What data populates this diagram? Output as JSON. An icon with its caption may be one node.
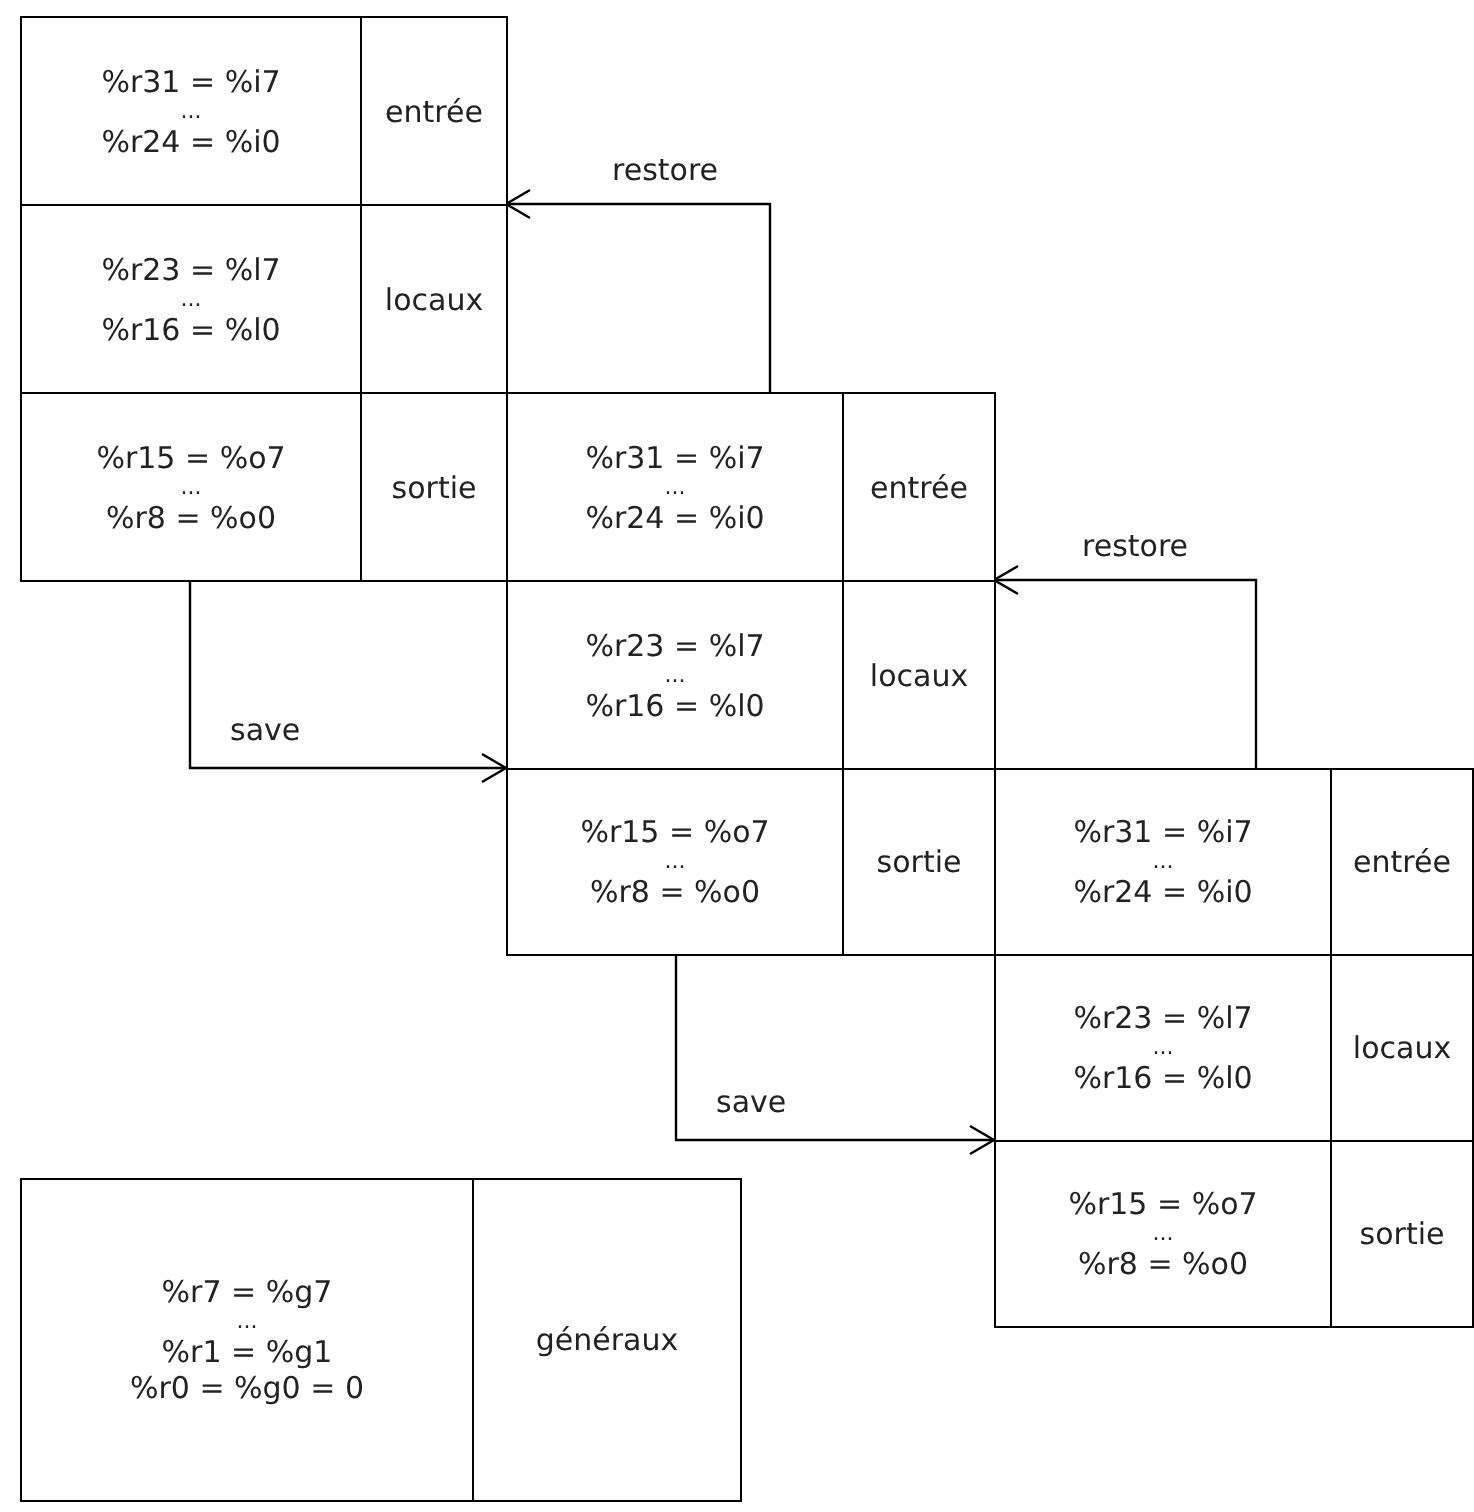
{
  "diagram": {
    "nodes": [
      {
        "text": [
          "%r31 = %i7",
          "...",
          "%r24 = %i0"
        ]
      },
      {
        "text": [
          "entrée"
        ]
      },
      {
        "text": [
          "%r23 = %l7",
          "...",
          "%r16 = %l0"
        ]
      },
      {
        "text": [
          "locaux"
        ]
      },
      {
        "text": [
          "%r15 = %o7",
          "...",
          "%r8 = %o0"
        ]
      },
      {
        "text": [
          "sortie"
        ]
      },
      {
        "text": [
          "%r31 = %i7",
          "...",
          "%r24 = %i0"
        ]
      },
      {
        "text": [
          "entrée"
        ]
      },
      {
        "text": [
          "%r23 = %l7",
          "...",
          "%r16 = %l0"
        ]
      },
      {
        "text": [
          "locaux"
        ]
      },
      {
        "text": [
          "%r15 = %o7",
          "...",
          "%r8 = %o0"
        ]
      },
      {
        "text": [
          "sortie"
        ]
      },
      {
        "text": [
          "%r31 = %i7",
          "...",
          "%r24 = %i0"
        ]
      },
      {
        "text": [
          "entrée"
        ]
      },
      {
        "text": [
          "%r23 = %l7",
          "...",
          "%r16 = %l0"
        ]
      },
      {
        "text": [
          "locaux"
        ]
      },
      {
        "text": [
          "%r15 = %o7",
          "...",
          "%r8 = %o0"
        ]
      },
      {
        "text": [
          "sortie"
        ]
      },
      {
        "text": [
          "%r7 = %g7",
          "...",
          "%r1 = %g1",
          "%r0 = %g0 = 0"
        ]
      },
      {
        "text": [
          "généraux"
        ]
      }
    ],
    "edges": [
      {
        "from": 6,
        "to": 1,
        "arrow": "to",
        "label": "restore"
      },
      {
        "from": 4,
        "to": 10,
        "arrow": "to",
        "label": "save"
      },
      {
        "from": 12,
        "to": 7,
        "arrow": "to",
        "label": "restore"
      },
      {
        "from": 10,
        "to": 16,
        "arrow": "to",
        "label": "save"
      }
    ]
  }
}
